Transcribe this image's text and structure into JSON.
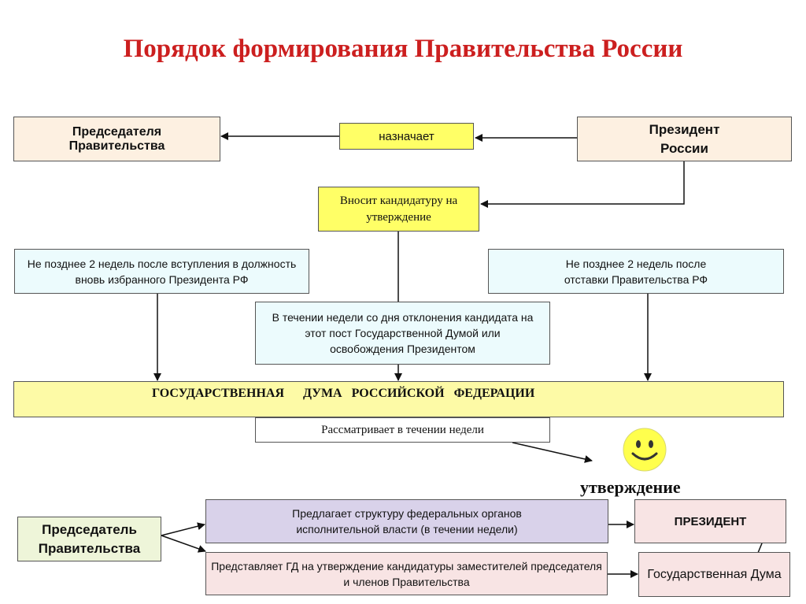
{
  "title": "Порядок формирования Правительства России",
  "boxes": {
    "chairman_top": "Председателя Правительства",
    "appoints": "назначает",
    "president": "Президент России",
    "submits": "Вносит кандидатуру на утверждение",
    "left_term": "Не позднее 2 недель после вступления в должность вновь избранного Президента РФ",
    "right_term": "Не позднее 2 недель после отставки Правительства РФ",
    "middle_term": "В течении недели со дня отклонения кандидата на этот пост Государственной Думой или освобождения Президентом",
    "duma": "ГОСУДАРСТВЕННАЯ      ДУМА   РОССИЙСКОЙ   ФЕДЕРАЦИИ",
    "considers": "Рассматривает в течении недели",
    "approval": "утверждение",
    "chairman_bottom": "Председатель Правительства",
    "proposes": "Предлагает структуру федеральных органов исполнительной власти (в течении недели)",
    "presents": "Представляет ГД  на утверждение  кандидатуры заместителей председателя и членов Правительства",
    "president_caps": "ПРЕЗИДЕНТ",
    "gos_duma": "Государственная Дума"
  },
  "colors": {
    "title": "#cc1f1f",
    "peach": "#fdf0e1",
    "yellow": "#ffff66",
    "cyan": "#ecfbfd",
    "light_yellow": "#fdfaa6",
    "lavender": "#d9d2ea",
    "pink": "#f8e4e4",
    "green": "#eef5d9",
    "smiley": "#ffff4d"
  },
  "icons": [
    "smiley-face-icon"
  ]
}
